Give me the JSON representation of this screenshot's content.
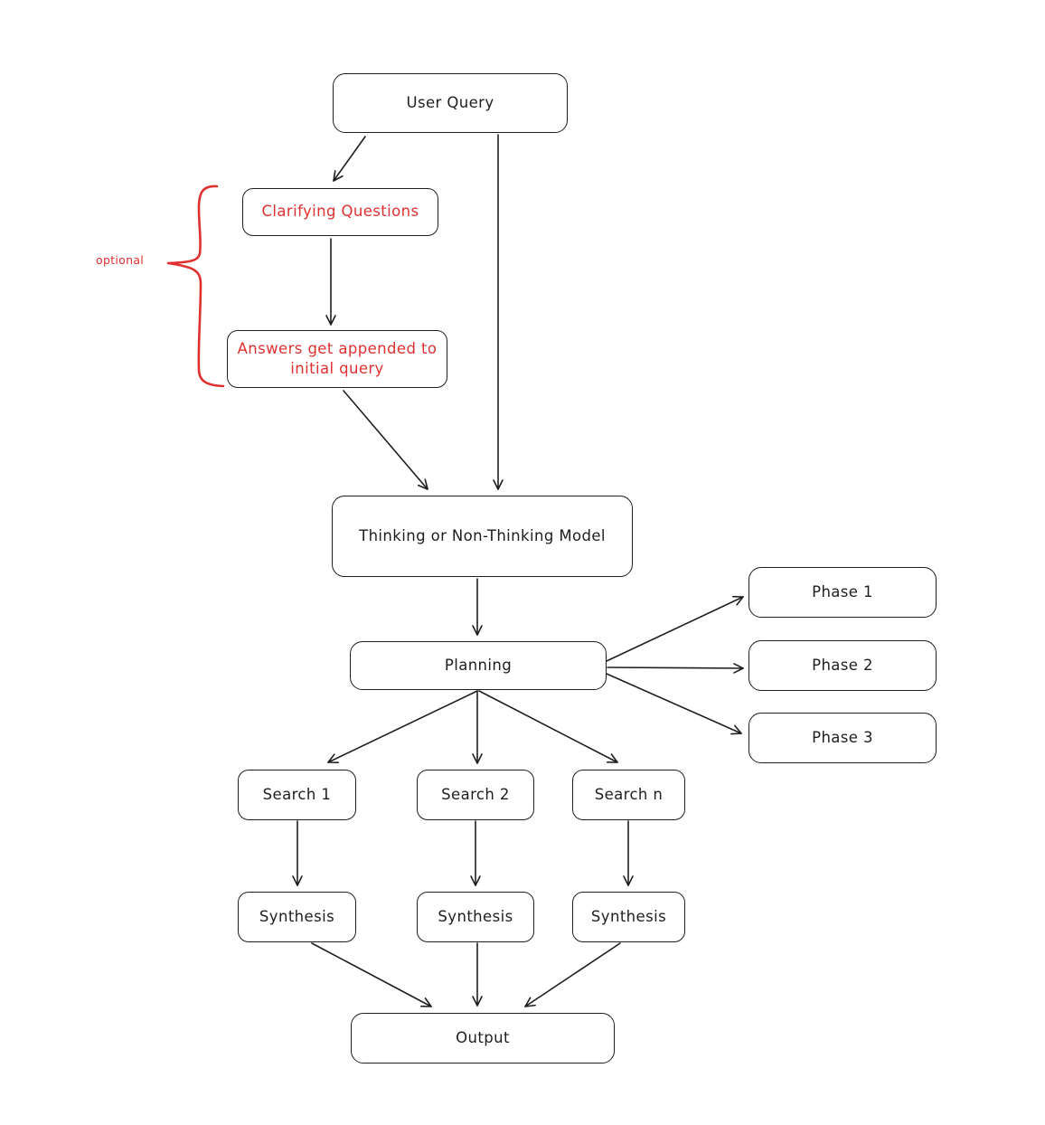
{
  "diagram": {
    "background": "#ffffff",
    "stroke_color": "#1e1e1e",
    "accent_color": "#e03131",
    "annotation": {
      "label": "optional"
    },
    "nodes": {
      "user_query": {
        "label": "User Query"
      },
      "clarifying_questions": {
        "label": "Clarifying Questions",
        "color": "#e03131"
      },
      "answers_appended": {
        "label": "Answers get appended to initial query",
        "color": "#e03131"
      },
      "model": {
        "label": "Thinking or Non-Thinking Model"
      },
      "planning": {
        "label": "Planning"
      },
      "phase_1": {
        "label": "Phase 1"
      },
      "phase_2": {
        "label": "Phase 2"
      },
      "phase_3": {
        "label": "Phase 3"
      },
      "search_1": {
        "label": "Search 1"
      },
      "search_2": {
        "label": "Search 2"
      },
      "search_n": {
        "label": "Search n"
      },
      "synthesis_1": {
        "label": "Synthesis"
      },
      "synthesis_2": {
        "label": "Synthesis"
      },
      "synthesis_3": {
        "label": "Synthesis"
      },
      "output": {
        "label": "Output"
      }
    },
    "edges": [
      {
        "from": "user_query",
        "to": "clarifying_questions"
      },
      {
        "from": "user_query",
        "to": "model"
      },
      {
        "from": "clarifying_questions",
        "to": "answers_appended"
      },
      {
        "from": "answers_appended",
        "to": "model"
      },
      {
        "from": "model",
        "to": "planning"
      },
      {
        "from": "planning",
        "to": "phase_1"
      },
      {
        "from": "planning",
        "to": "phase_2"
      },
      {
        "from": "planning",
        "to": "phase_3"
      },
      {
        "from": "planning",
        "to": "search_1"
      },
      {
        "from": "planning",
        "to": "search_2"
      },
      {
        "from": "planning",
        "to": "search_n"
      },
      {
        "from": "search_1",
        "to": "synthesis_1"
      },
      {
        "from": "search_2",
        "to": "synthesis_2"
      },
      {
        "from": "search_n",
        "to": "synthesis_3"
      },
      {
        "from": "synthesis_1",
        "to": "output"
      },
      {
        "from": "synthesis_2",
        "to": "output"
      },
      {
        "from": "synthesis_3",
        "to": "output"
      }
    ]
  }
}
